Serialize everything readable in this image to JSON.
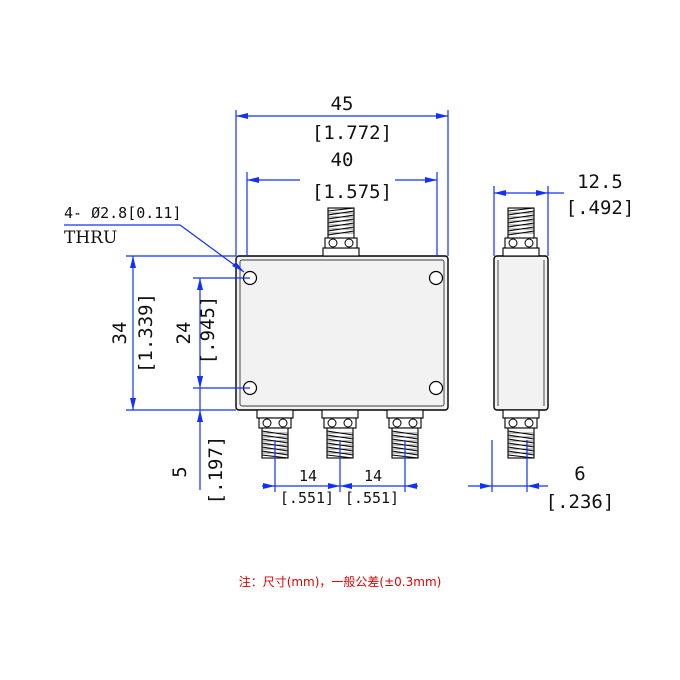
{
  "dimensions": {
    "length_mm": "45",
    "length_in": "[1.772]",
    "hole_spacing_x_mm": "40",
    "hole_spacing_x_in": "[1.575]",
    "depth_mm": "12.5",
    "depth_in": "[.492]",
    "width_mm": "34",
    "width_in": "[1.339]",
    "hole_spacing_y_mm": "24",
    "hole_spacing_y_in": "[.945]",
    "edge_offset_mm": "5",
    "edge_offset_in": "[.197]",
    "port_pitch_1_mm": "14",
    "port_pitch_1_in": "[.551]",
    "port_pitch_2_mm": "14",
    "port_pitch_2_in": "[.551]",
    "connector_offset_mm": "6",
    "connector_offset_in": "[.236]"
  },
  "hole_callout": {
    "line1": "4- Ø2.8[0.11]",
    "line2": "THRU"
  },
  "note": "注：尺寸(mm)，一般公差(±0.3mm)"
}
